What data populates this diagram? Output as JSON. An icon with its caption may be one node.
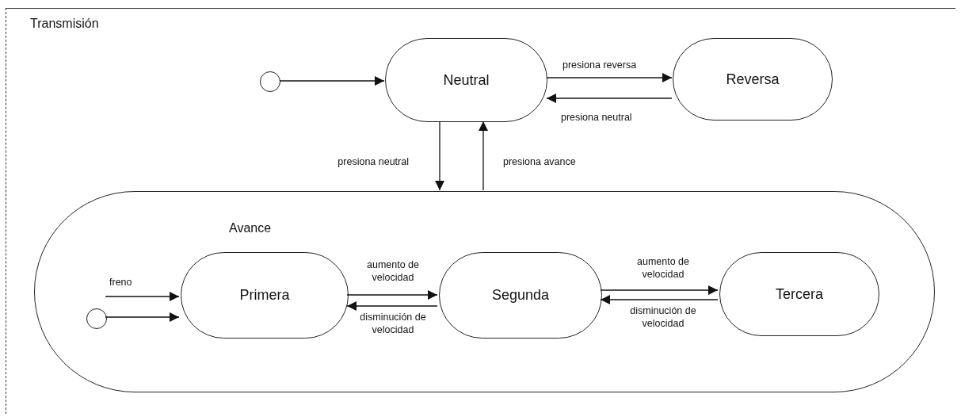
{
  "diagram": {
    "nodes": [
      {
        "text": [
          "Transmisión"
        ]
      },
      {
        "text": [],
        "shape": "circle",
        "in": 0
      },
      {
        "text": [
          "Neutral"
        ],
        "in": 0
      },
      {
        "text": [
          "Reversa"
        ],
        "in": 0
      },
      {
        "text": [
          "Avance"
        ],
        "in": 0
      },
      {
        "text": [],
        "shape": "circle",
        "in": 4
      },
      {
        "text": [
          "Primera"
        ],
        "in": 4
      },
      {
        "text": [
          "Segunda"
        ],
        "in": 4
      },
      {
        "text": [
          "Tercera"
        ],
        "in": 4
      }
    ],
    "edges": [
      {
        "from": 1,
        "to": 2,
        "arrow": "to"
      },
      {
        "from": 2,
        "to": 3,
        "arrow": "to",
        "label": "presiona reversa"
      },
      {
        "from": 3,
        "to": 2,
        "arrow": "to",
        "label": "presiona neutral"
      },
      {
        "from": 2,
        "to": 4,
        "arrow": "to",
        "label": "presiona neutral"
      },
      {
        "from": 4,
        "to": 2,
        "arrow": "to",
        "label": "presiona avance"
      },
      {
        "from": null,
        "to": 6,
        "arrow": "to",
        "label": "freno"
      },
      {
        "from": 5,
        "to": 6,
        "arrow": "to"
      },
      {
        "from": 6,
        "to": 7,
        "arrow": "to",
        "label": "aumento de velocidad"
      },
      {
        "from": 7,
        "to": 6,
        "arrow": "to",
        "label": "disminución de velocidad"
      },
      {
        "from": 7,
        "to": 8,
        "arrow": "to",
        "label": "aumento de velocidad"
      },
      {
        "from": 8,
        "to": 7,
        "arrow": "to",
        "label": "disminución de velocidad"
      }
    ]
  }
}
